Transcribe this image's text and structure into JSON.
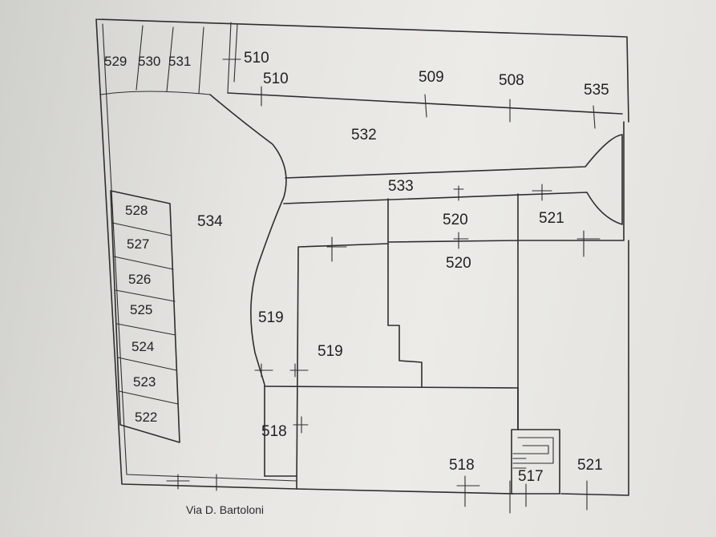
{
  "street_label": "Via D. Bartoloni",
  "parcels": {
    "p529": "529",
    "p530": "530",
    "p531": "531",
    "p510a": "510",
    "p510b": "510",
    "p509": "509",
    "p508": "508",
    "p535": "535",
    "p532": "532",
    "p533": "533",
    "p520a": "520",
    "p521a": "521",
    "p520b": "520",
    "p534": "534",
    "p528": "528",
    "p527": "527",
    "p526": "526",
    "p525": "525",
    "p524": "524",
    "p523": "523",
    "p522": "522",
    "p519a": "519",
    "p519b": "519",
    "p518a": "518",
    "p518b": "518",
    "p517": "517",
    "p521b": "521"
  }
}
